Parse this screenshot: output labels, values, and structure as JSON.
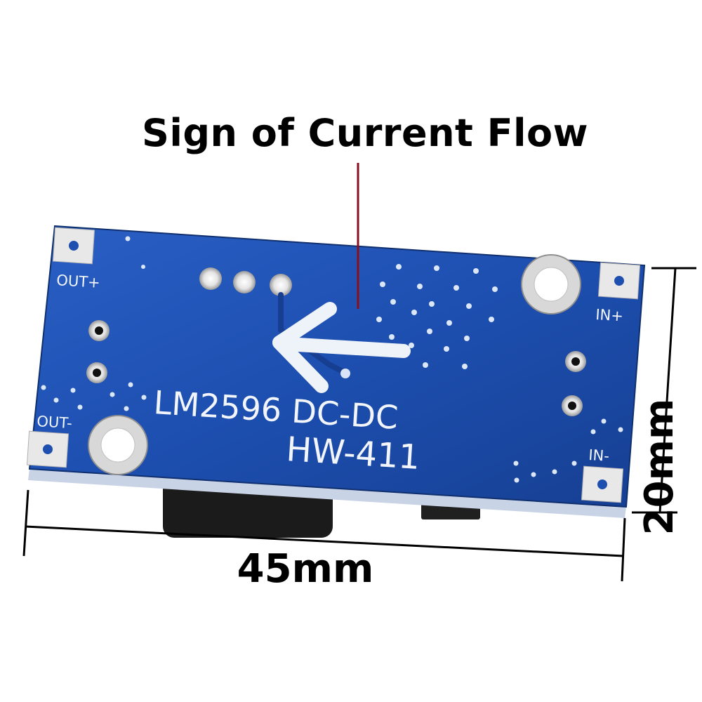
{
  "headline": "Sign of Current Flow",
  "dimensions": {
    "width": "45mm",
    "height": "20mm"
  },
  "board": {
    "model": "LM2596 DC-DC",
    "code": "HW-411",
    "pins": {
      "out_plus": "OUT+",
      "out_minus": "OUT-",
      "in_plus": "IN+",
      "in_minus": "IN-"
    }
  },
  "colors": {
    "pcb": "#1d4fb0",
    "pcb_dark": "#143a85",
    "silkscreen": "#f2f5fb",
    "pointer": "#8a0f1c",
    "dimension_line": "#000000"
  }
}
